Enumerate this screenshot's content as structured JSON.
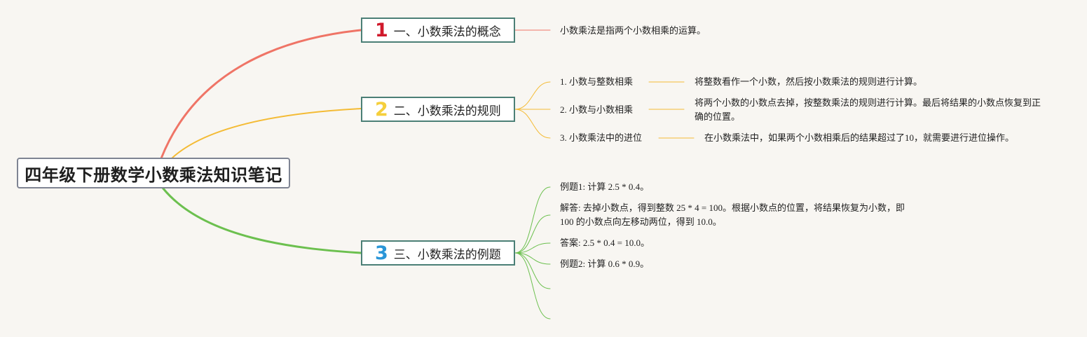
{
  "root": {
    "title": "四年级下册数学小数乘法知识笔记"
  },
  "branches": [
    {
      "number": "1",
      "title": "一、小数乘法的概念",
      "color": "#ef7466",
      "number_color": "#d0192b",
      "items": [
        {
          "label": "",
          "detail": "小数乘法是指两个小数相乘的运算。"
        }
      ]
    },
    {
      "number": "2",
      "title": "二、小数乘法的规则",
      "color": "#f4bb35",
      "number_color": "#f5cf3c",
      "items": [
        {
          "label": "1. 小数与整数相乘",
          "detail": "将整数看作一个小数，然后按小数乘法的规则进行计算。"
        },
        {
          "label": "2. 小数与小数相乘",
          "detail": "将两个小数的小数点去掉，按整数乘法的规则进行计算。最后将结果的小数点恢复到正确的位置。"
        },
        {
          "label": "3. 小数乘法中的进位",
          "detail": "在小数乘法中，如果两个小数相乘后的结果超过了10，就需要进行进位操作。"
        }
      ]
    },
    {
      "number": "3",
      "title": "三、小数乘法的例题",
      "color": "#6cc04f",
      "number_color": "#2a96d8",
      "items": [
        {
          "text": "例题1: 计算 2.5 * 0.4。"
        },
        {
          "text": "解答: 去掉小数点，得到整数 25 * 4 = 100。根据小数点的位置，将结果恢复为小数，即 100 的小数点向左移动两位，得到 10.0。"
        },
        {
          "text": "答案: 2.5 * 0.4 = 10.0。"
        },
        {
          "text": "例题2: 计算 0.6 * 0.9。"
        },
        {
          "text": ""
        },
        {
          "text": ""
        }
      ]
    }
  ]
}
